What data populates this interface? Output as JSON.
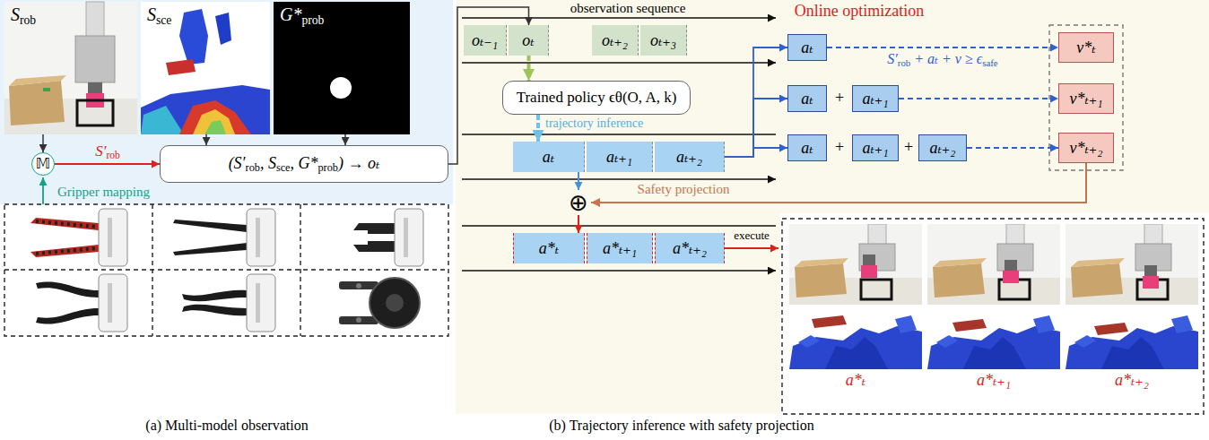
{
  "diagram": {
    "nodes": [
      {
        "text": [
          "Srob"
        ]
      },
      {
        "text": [
          "Ssce"
        ]
      },
      {
        "text": [
          "G*prob"
        ]
      },
      {
        "text": [
          "𝕄"
        ]
      },
      {
        "text": [
          "(S′rob, Ssce, G*prob) → oₜ"
        ]
      },
      {
        "text": [
          "oₜ₋₁"
        ]
      },
      {
        "text": [
          "oₜ"
        ]
      },
      {
        "text": [
          "oₜ₊₂"
        ]
      },
      {
        "text": [
          "oₜ₊₃"
        ]
      },
      {
        "text": [
          "Trained policy ϵθ(O, A, k)"
        ]
      },
      {
        "text": [
          "aₜ"
        ]
      },
      {
        "text": [
          "aₜ₊₁"
        ]
      },
      {
        "text": [
          "aₜ₊₂"
        ]
      },
      {
        "text": [
          "⊕"
        ]
      },
      {
        "text": [
          "a*ₜ"
        ]
      },
      {
        "text": [
          "a*ₜ₊₁"
        ]
      },
      {
        "text": [
          "a*ₜ₊₂"
        ]
      },
      {
        "text": [
          "aₜ"
        ]
      },
      {
        "text": [
          "aₜ"
        ]
      },
      {
        "text": [
          "aₜ₊₁"
        ]
      },
      {
        "text": [
          "aₜ"
        ]
      },
      {
        "text": [
          "aₜ₊₁"
        ]
      },
      {
        "text": [
          "aₜ₊₂"
        ]
      },
      {
        "text": [
          "ν*ₜ"
        ]
      },
      {
        "text": [
          "ν*ₜ₊₁"
        ]
      },
      {
        "text": [
          "ν*ₜ₊₂"
        ]
      }
    ],
    "edges": [
      {
        "from": 0,
        "to": 3,
        "arrow": "to"
      },
      {
        "from": 3,
        "to": 4,
        "label": "S′rob",
        "arrow": "to"
      },
      {
        "from": 1,
        "to": 4,
        "arrow": "to"
      },
      {
        "from": 2,
        "to": 4,
        "arrow": "to"
      },
      {
        "from": 4,
        "to": 6,
        "arrow": "to"
      },
      {
        "from": 6,
        "to": 9,
        "arrow": "to"
      },
      {
        "from": 9,
        "to": 10,
        "label": "trajectory inference",
        "arrow": "to"
      },
      {
        "from": 10,
        "to": 13,
        "arrow": "to"
      },
      {
        "from": 13,
        "to": 14,
        "arrow": "to"
      },
      {
        "from": 12,
        "to": 17,
        "arrow": "to"
      },
      {
        "from": 12,
        "to": 18,
        "arrow": "to"
      },
      {
        "from": 12,
        "to": 20,
        "arrow": "to"
      },
      {
        "from": 17,
        "to": 23,
        "label": "S′rob + aₜ + ν ≥ ϵsafe",
        "arrow": "to"
      },
      {
        "from": 19,
        "to": 24,
        "arrow": "to"
      },
      {
        "from": 22,
        "to": 25,
        "arrow": "to"
      },
      {
        "from": 25,
        "to": 13,
        "label": "Safety projection",
        "arrow": "to"
      }
    ],
    "labels": [
      "Gripper mapping",
      "observation sequence",
      "Online optimization",
      "+",
      "+",
      "+",
      "execute",
      "a*ₜ",
      "a*ₜ₊₁",
      "a*ₜ₊₂",
      "(a) Multi-model observation",
      "(b) Trajectory inference with safety projection"
    ]
  }
}
